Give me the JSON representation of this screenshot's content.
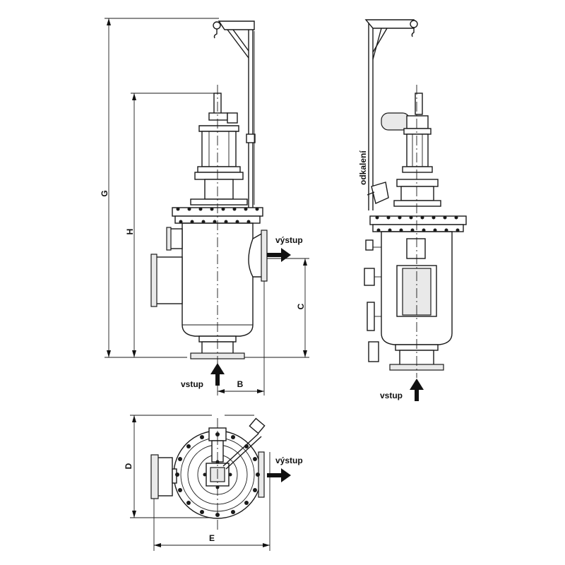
{
  "labels": {
    "outlet": "výstup",
    "inlet": "vstup",
    "drain": "odkalení"
  },
  "dimensions": {
    "G": "G",
    "H": "H",
    "C": "C",
    "B": "B",
    "D": "D",
    "E": "E"
  }
}
